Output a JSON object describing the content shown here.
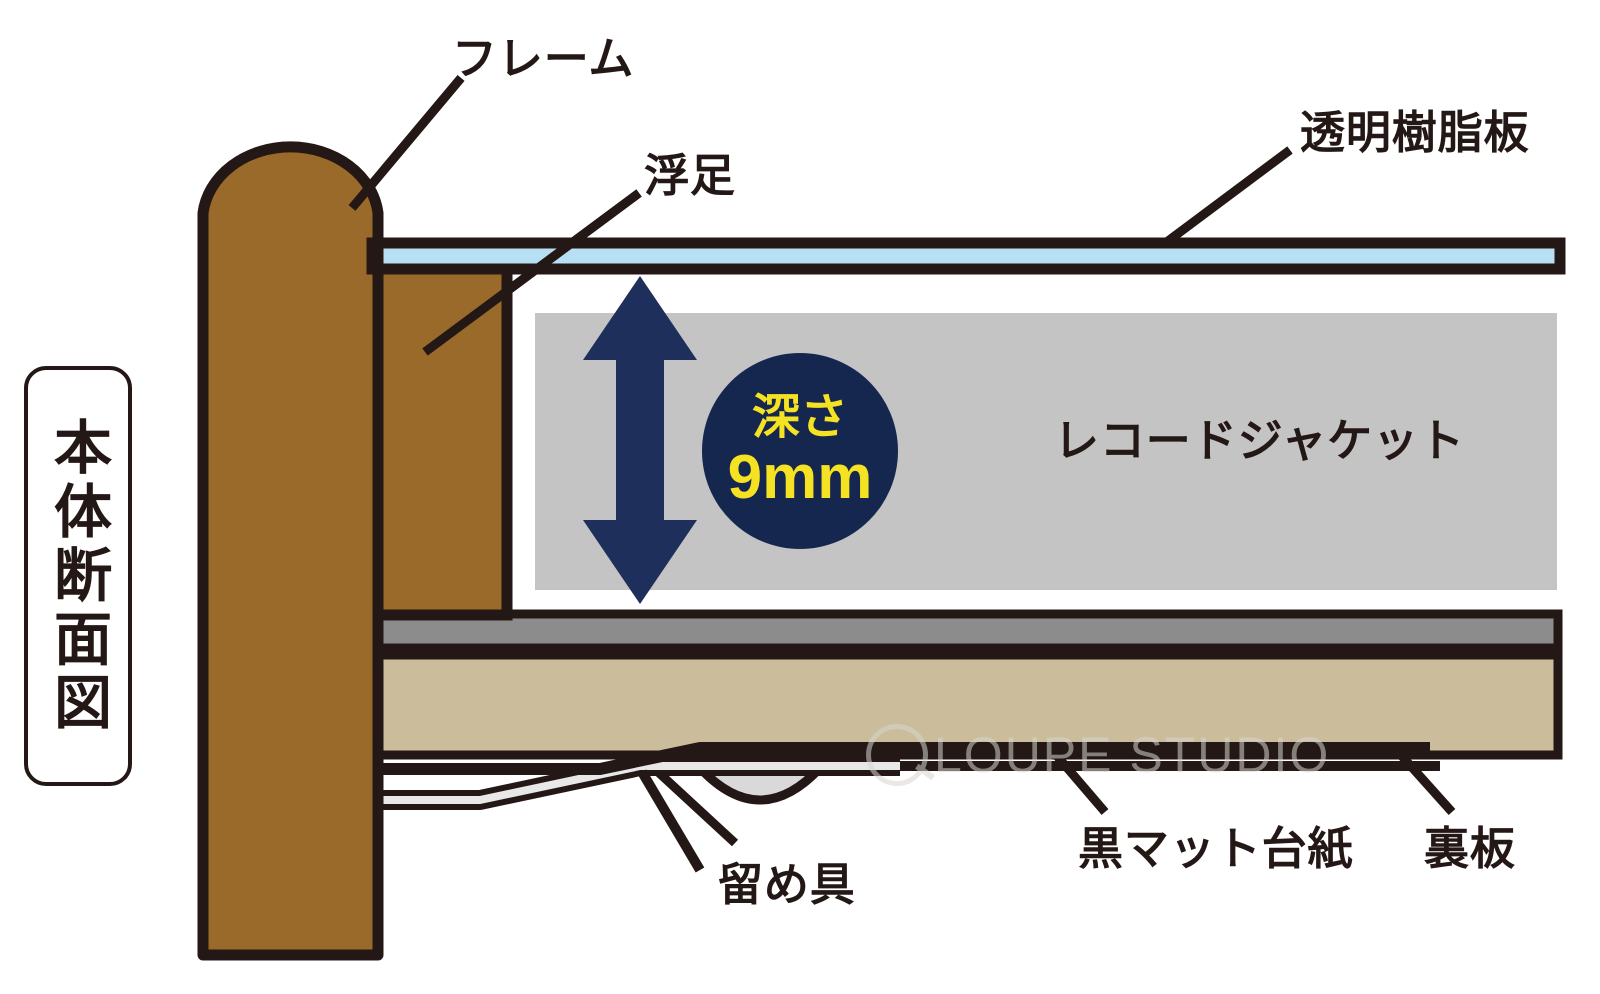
{
  "diagram": {
    "title": "本体断面図",
    "side_caption": "本体断面図",
    "watermark": "LOUPE STUDIO",
    "labels": {
      "frame": "フレーム",
      "floating_foot": "浮足",
      "clear_panel": "透明樹脂板",
      "record_jacket": "レコードジャケット",
      "black_mat_board": "黒マット台紙",
      "back_board": "裏板",
      "clip": "留め具"
    },
    "badge": {
      "caption": "深さ",
      "value": "9mm"
    },
    "colors": {
      "outline": "#231815",
      "frame_wood": "#9a6a2b",
      "clear_panel": "#b9dff4",
      "record_jacket": "#c4c4c4",
      "black_mat_board": "#8c8c8c",
      "back_board": "#cbbd9c",
      "clip_metal": "#e3e3e3",
      "badge_fill": "#16274f",
      "badge_text": "#f5e323",
      "arrow": "#1f2f5c",
      "watermark": "#d8d6d0"
    }
  }
}
